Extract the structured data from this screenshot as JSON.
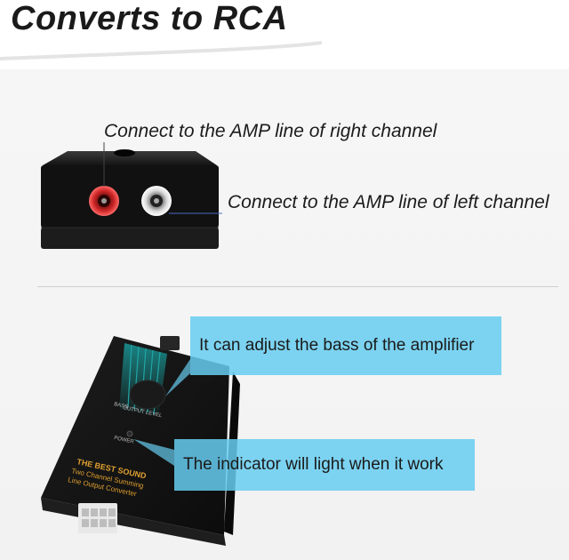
{
  "title": "Converts to RCA",
  "rca_labels": {
    "right": "Connect to the AMP line of right channel",
    "left": "Connect to the AMP line of left channel"
  },
  "callouts": {
    "bass": "It can adjust the bass of the amplifier",
    "indicator": "The indicator will light when it work"
  },
  "device_text": {
    "knob_label": "BASS",
    "output_label": "OUTPUT LEVEL",
    "power_label": "POWER",
    "brand": "THE BEST SOUND",
    "line1": "Two Channel Summing",
    "line2": "Line Output Converter"
  },
  "colors": {
    "callout": "#66ccf0",
    "device": "#151515",
    "rca_right": "#d22a2a",
    "rca_left": "#dcdcdc",
    "grid_glow": "#1aa6a6"
  }
}
